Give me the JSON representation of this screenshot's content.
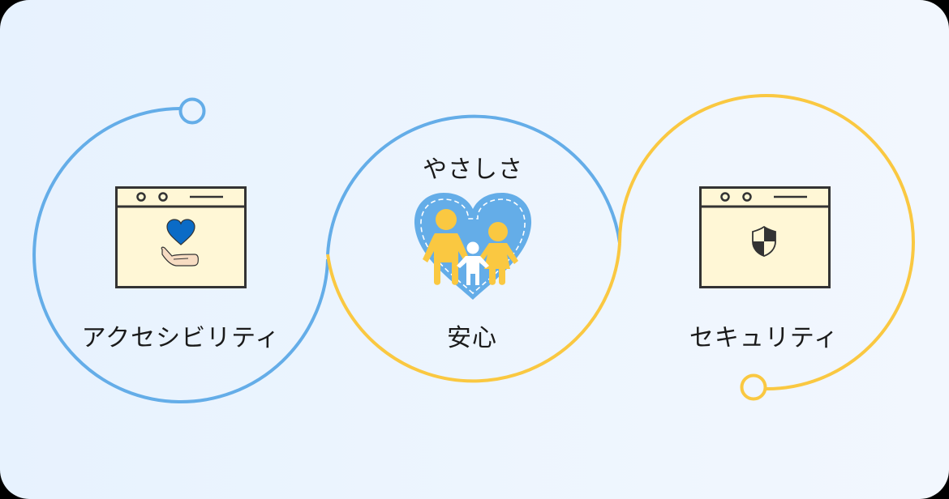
{
  "colors": {
    "background_left": "#E7F2FE",
    "background_right": "#F2F7FE",
    "blue_line": "#64ADE8",
    "yellow_line": "#FAC841",
    "window_fill": "#FFF7D6",
    "window_stroke": "#333333",
    "heart_blue": "#0B6BC6",
    "family_heart": "#64ADE8",
    "family_adults": "#FAC841"
  },
  "nodes": [
    {
      "id": "accessibility",
      "label": "アクセシビリティ",
      "icon": "browser-heart-hand-icon"
    },
    {
      "id": "kindness",
      "top_label": "やさしさ",
      "label": "安心",
      "icon": "family-heart-icon"
    },
    {
      "id": "security",
      "label": "セキュリティ",
      "icon": "browser-shield-icon"
    }
  ]
}
